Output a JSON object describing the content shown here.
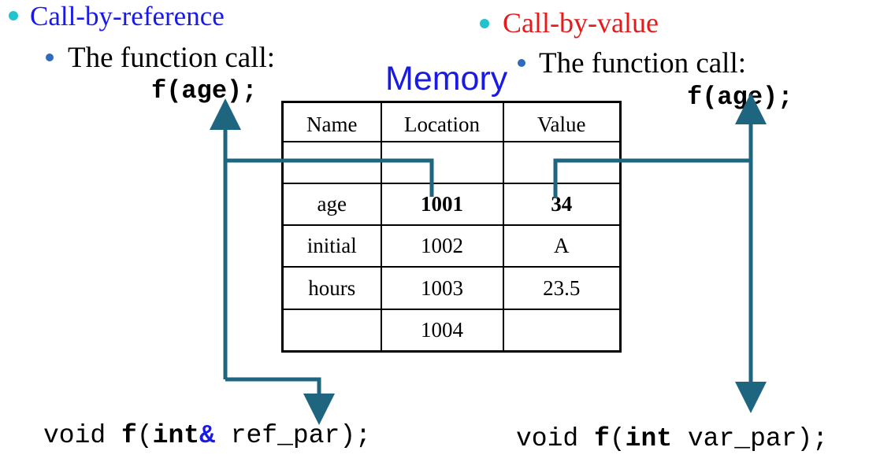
{
  "colors": {
    "left_heading": "#1a1ae6",
    "right_heading": "#e61a1a",
    "memory_label": "#1a1ae6",
    "level1_bullet": "#22c3cf",
    "level2_bullet": "#2f6bbd",
    "arrow": "#1e6680",
    "ampersand": "#1a1ae6"
  },
  "left": {
    "heading": "Call-by-reference",
    "subbullet": "The function call:",
    "call": "f(age);",
    "decl_prefix": "void ",
    "decl_f": "f",
    "decl_paren": "(",
    "decl_int": "int",
    "decl_amp": "&",
    "decl_rest": " ref_par);"
  },
  "right": {
    "heading": "Call-by-value",
    "subbullet": "The function call:",
    "call": "f(age);",
    "decl_prefix": "void ",
    "decl_f": "f",
    "decl_paren": "(",
    "decl_int": "int",
    "decl_rest": " var_par);"
  },
  "memory": {
    "label": "Memory",
    "headers": [
      "Name",
      "Location",
      "Value"
    ],
    "rows": [
      [
        "",
        "",
        ""
      ],
      [
        "age",
        "1001",
        "34"
      ],
      [
        "initial",
        "1002",
        "A"
      ],
      [
        "hours",
        "1003",
        "23.5"
      ],
      [
        "",
        "1004",
        ""
      ]
    ]
  }
}
